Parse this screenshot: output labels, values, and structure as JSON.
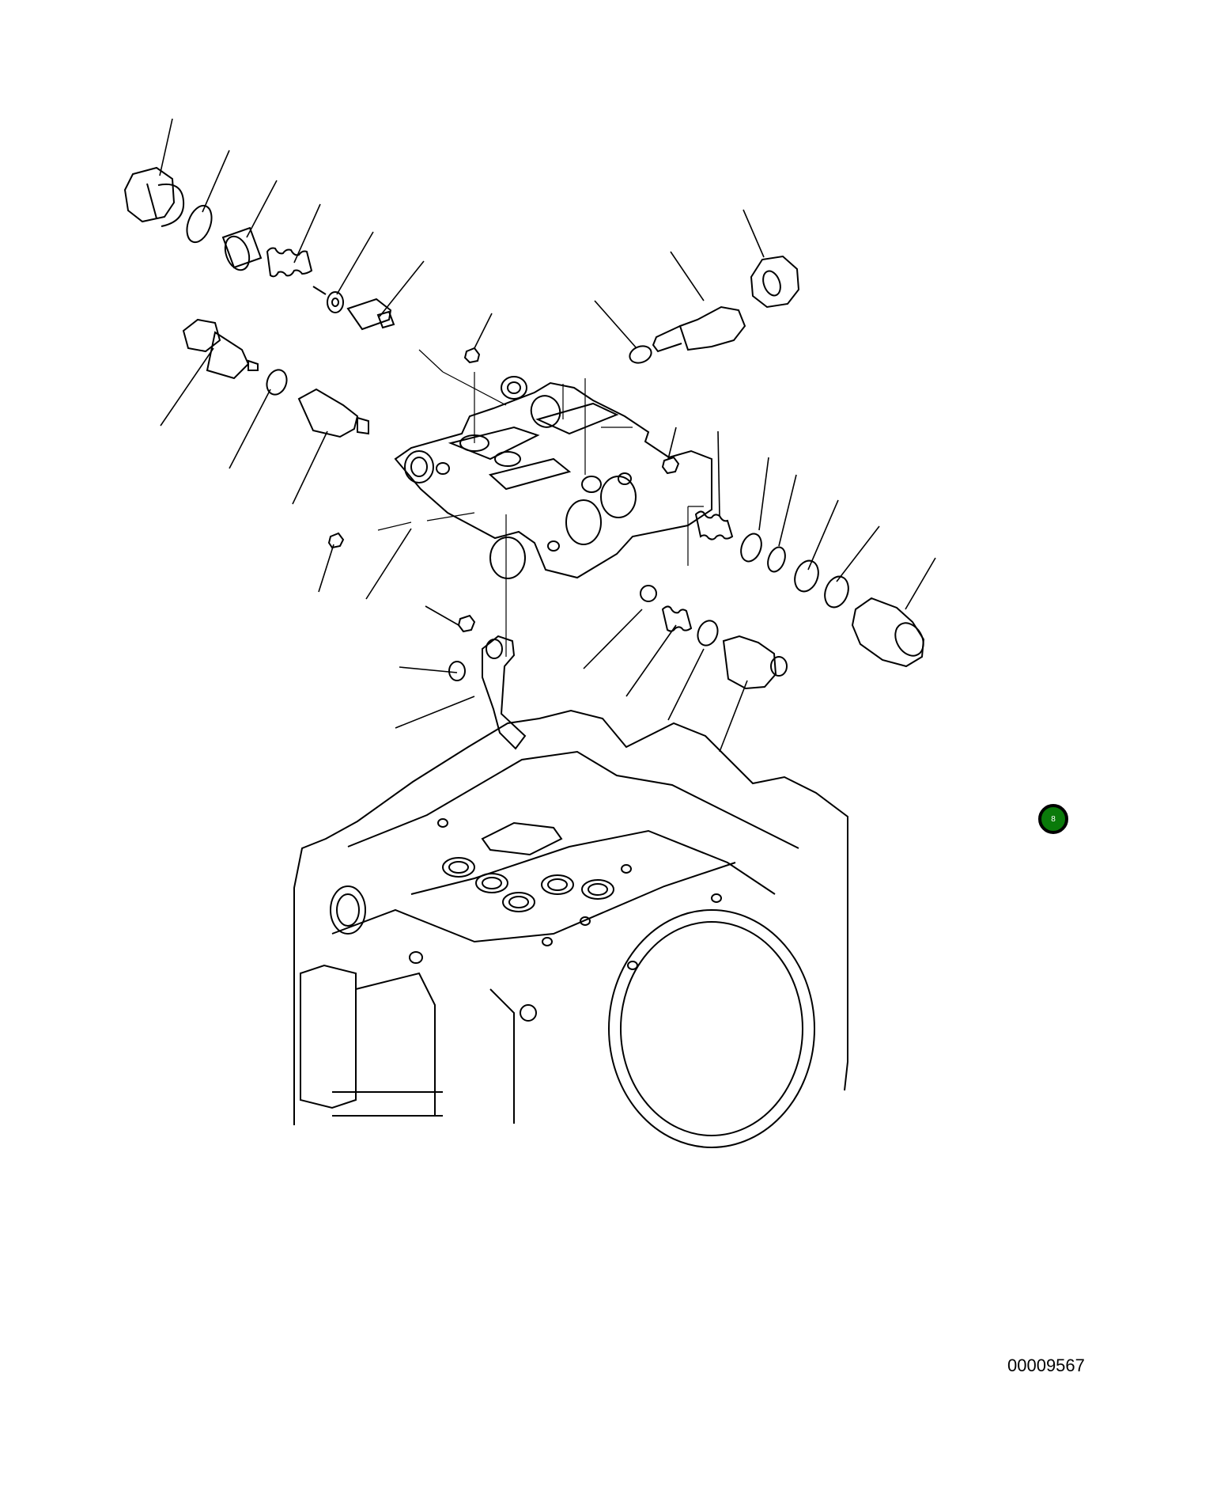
{
  "diagram": {
    "type": "exploded-parts-diagram",
    "subject": "hydraulic pump servo/control valve assembly",
    "figure_number": "00009567",
    "hotspot_marker": {
      "label": "8",
      "color": "#0a7a0a"
    }
  }
}
